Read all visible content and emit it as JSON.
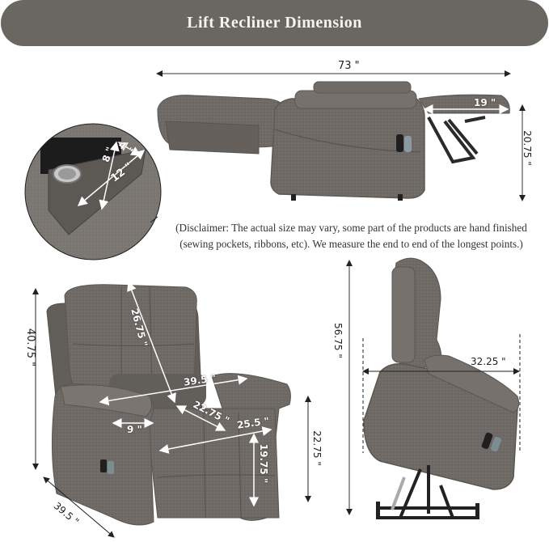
{
  "banner": {
    "title": "Lift Recliner Dimension",
    "color": "#6a6661"
  },
  "disclaimer": {
    "line1": "(Disclaimer: The actual size may vary, some part of the products are hand finished",
    "line2": "(sewing pockets, ribbons, etc). We measure the end to end of the longest points.)"
  },
  "reclined_view": {
    "overall_length": "73 \"",
    "footrest_length": "19 \"",
    "footrest_height": "20.75 \""
  },
  "pocket_detail": {
    "depth": "8 \"",
    "width": "4 \"",
    "length": "12 \""
  },
  "front_view": {
    "total_height": "40.75 \"",
    "backrest_height": "26.75 \"",
    "inner_width": "39.5 \"",
    "seat_depth": "22.75 \"",
    "seat_width": "25.5 \"",
    "armrest_width": "9 \"",
    "seat_height": "19.75 \"",
    "arm_height": "22.75 \"",
    "depth": "39.5 \""
  },
  "lift_view": {
    "lift_height": "56.75 \"",
    "lift_depth": "32.25 \""
  },
  "colors": {
    "fabric": "#6f6a65",
    "fabric_dark": "#55514d",
    "mechanism": "#2a2a2a",
    "line": "#333333"
  }
}
